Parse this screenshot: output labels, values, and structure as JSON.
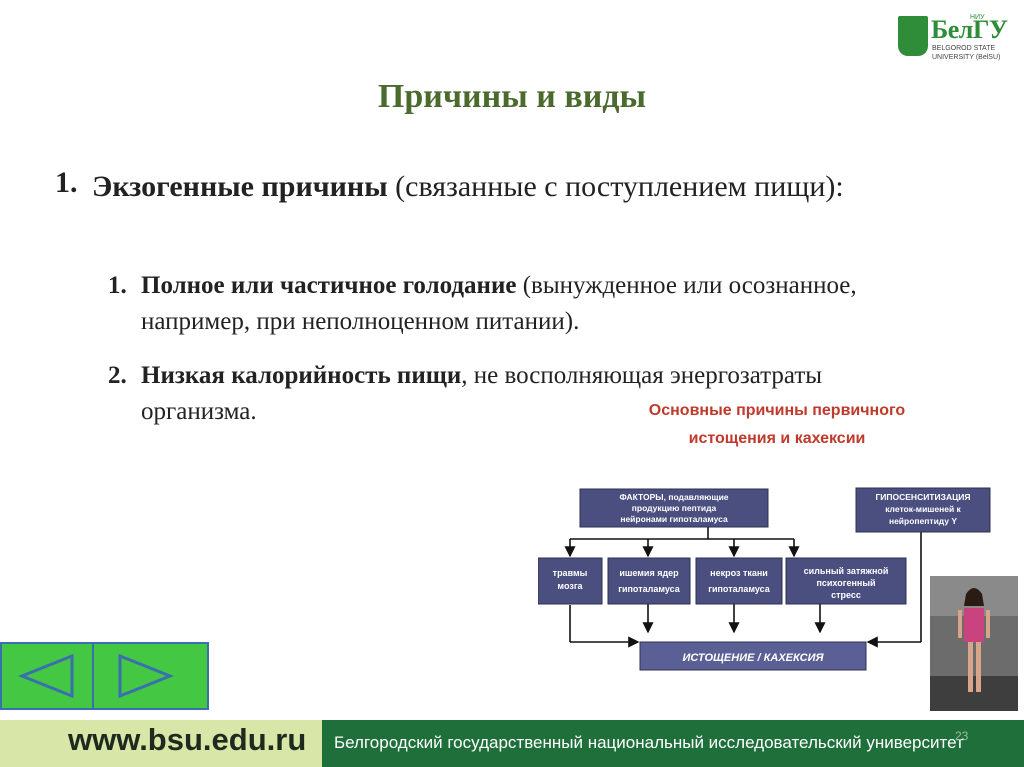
{
  "logo": {
    "niu": "НИУ",
    "name": "БелГУ",
    "subtitle_line1": "BELGOROD STATE",
    "subtitle_line2": "UNIVERSITY (BelSU)"
  },
  "title": "Причины и виды",
  "list": {
    "item1_number": "1.",
    "item1_bold": "Экзогенные причины",
    "item1_text": " (связанные с поступлением пищи):",
    "sub1_number": "1.",
    "sub1_bold": "Полное или частичное голодание",
    "sub1_text": " (вынужденное или осознанное, например, при неполноценном питании).",
    "sub2_number": "2.",
    "sub2_bold": "Низкая калорийность пищи",
    "sub2_text": ", не восполняющая энергозатраты организма."
  },
  "diagram": {
    "title_line1": "Основные причины первичного",
    "title_line2": "истощения и кахексии",
    "factors": [
      "ФАКТОРЫ, подавляющие",
      "продукцию пептида",
      "нейронами гипоталамуса"
    ],
    "hyposens": [
      "ГИПОСЕНСИТИЗАЦИЯ",
      "клеток-мишеней к",
      "нейропептиду Y"
    ],
    "trauma": [
      "травмы",
      "мозга"
    ],
    "ischemia": [
      "ишемия ядер",
      "гипоталамуса"
    ],
    "necrosis": [
      "некроз ткани",
      "гипоталамуса"
    ],
    "stress": [
      "сильный затяжной",
      "психогенный",
      "стресс"
    ],
    "result": "ИСТОЩЕНИЕ / КАХЕКСИЯ",
    "colors": {
      "title": "#c0392b",
      "box": "#4a4f80",
      "result": "#5a5f95"
    }
  },
  "footer": {
    "url": "www.bsu.edu.ru",
    "university": "Белгородский государственный национальный исследовательский университет",
    "page": "23"
  },
  "colors": {
    "title": "#4a6a2e",
    "nav_bg": "#44c844",
    "nav_border": "#3a6fb0",
    "footer_bg": "#1f6f3a",
    "footer_url_bg": "#d8e6a8"
  }
}
